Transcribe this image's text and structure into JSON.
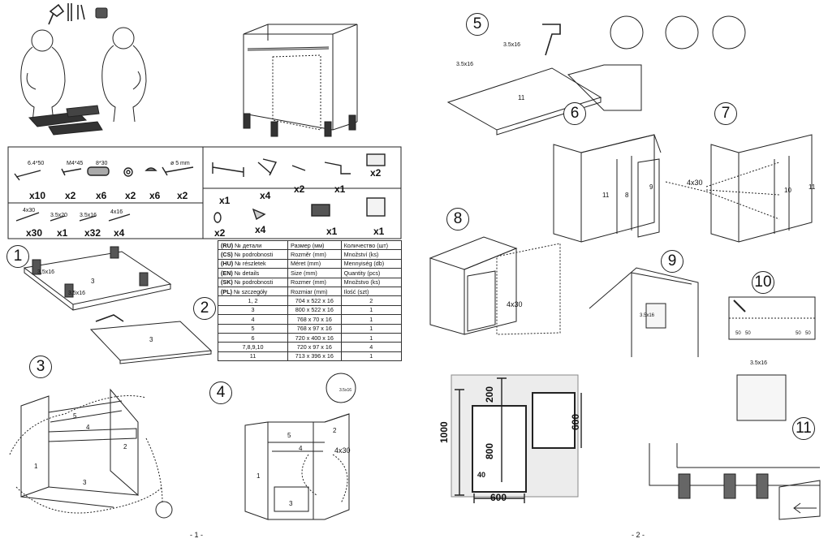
{
  "hardware_top": [
    {
      "label": "6.4*50",
      "qty": "x10"
    },
    {
      "label": "M4*45",
      "qty": "x2"
    },
    {
      "label": "8*30",
      "qty": "x6"
    },
    {
      "label": "",
      "qty": "x2"
    },
    {
      "label": "",
      "qty": "x6"
    },
    {
      "label": "ø 5 mm",
      "qty": "x2"
    }
  ],
  "hardware_right": [
    {
      "qty": "x1"
    },
    {
      "qty": "x4"
    },
    {
      "qty": "x2"
    },
    {
      "qty": "x1"
    },
    {
      "qty": "x2"
    },
    {
      "qty": "x2"
    },
    {
      "qty": "x4"
    },
    {
      "qty": "x1"
    },
    {
      "qty": "x1"
    }
  ],
  "screws": [
    {
      "label": "4x30",
      "qty": "x30"
    },
    {
      "label": "3.5x20",
      "qty": "x1"
    },
    {
      "label": "3.5x16",
      "qty": "x32"
    },
    {
      "label": "4x16",
      "qty": "x4"
    }
  ],
  "steps": [
    "1",
    "2",
    "3",
    "4",
    "5",
    "6",
    "7",
    "8",
    "9",
    "10",
    "11"
  ],
  "step_labels": {
    "s1_screw_a": "3,5x16",
    "s1_screw_b": "3,5x16",
    "s1_part": "3",
    "s2_part": "3",
    "s3_parts": [
      "5",
      "4",
      "2",
      "1",
      "3"
    ],
    "s4_parts": [
      "5",
      "4",
      "1",
      "2",
      "3"
    ],
    "s4_screw": "4x30",
    "s4_hinge": "3.5x16",
    "s5_part": "11",
    "s5_screw_a": "3.5x16",
    "s5_screw_b": "3.5x16",
    "s6_parts": [
      "11",
      "8",
      "9"
    ],
    "s6_screw": "4x30",
    "s7_parts": [
      "10",
      "11"
    ],
    "s8_screw": "4x30",
    "s9_screw": "3.5x16",
    "s10_dims": [
      "50",
      "50",
      "50",
      "50"
    ],
    "s10_screw": "3.5x16"
  },
  "parts_table": {
    "header": {
      "name": "",
      "size": "",
      "qty": ""
    },
    "lang_rows": [
      {
        "code": "(RU)",
        "name": "№ детали",
        "size": "Размер  (мм)",
        "qty": "Количество (шт)"
      },
      {
        "code": "(CS)",
        "name": "№ podrobnosti",
        "size": "Rozměr (mm)",
        "qty": "Množství (ks)"
      },
      {
        "code": "(HU)",
        "name": "№ részletek",
        "size": "Méret (mm)",
        "qty": "Mennyiség (db)"
      },
      {
        "code": "(EN)",
        "name": "№ details",
        "size": "Size (mm)",
        "qty": "Quantity  (pcs)"
      },
      {
        "code": "(SK)",
        "name": "№ podrobnosti",
        "size": "Rozmer (mm)",
        "qty": "Množstvo (ks)"
      },
      {
        "code": "(PL)",
        "name": "№ szczegóły",
        "size": "Rozmiar (mm)",
        "qty": "Ilość (szt)"
      }
    ],
    "rows": [
      {
        "part": "1, 2",
        "size": "704 x 522 x 16",
        "qty": "2"
      },
      {
        "part": "3",
        "size": "800 x 522 x 16",
        "qty": "1"
      },
      {
        "part": "4",
        "size": "768 x 70 x 16",
        "qty": "1"
      },
      {
        "part": "5",
        "size": "768 x 97 x 16",
        "qty": "1"
      },
      {
        "part": "6",
        "size": "720 x 400 x 16",
        "qty": "1"
      },
      {
        "part": "7,8,9,10",
        "size": "720 x 97 x 16",
        "qty": "4"
      },
      {
        "part": "11",
        "size": "713 x 396 x 16",
        "qty": "1"
      }
    ]
  },
  "dimensions": {
    "height": "1000",
    "top": "200",
    "middle": "800",
    "plinth": "40",
    "width": "600",
    "depth": "600"
  },
  "pages": {
    "left": "- 1 -",
    "right": "- 2 -"
  }
}
